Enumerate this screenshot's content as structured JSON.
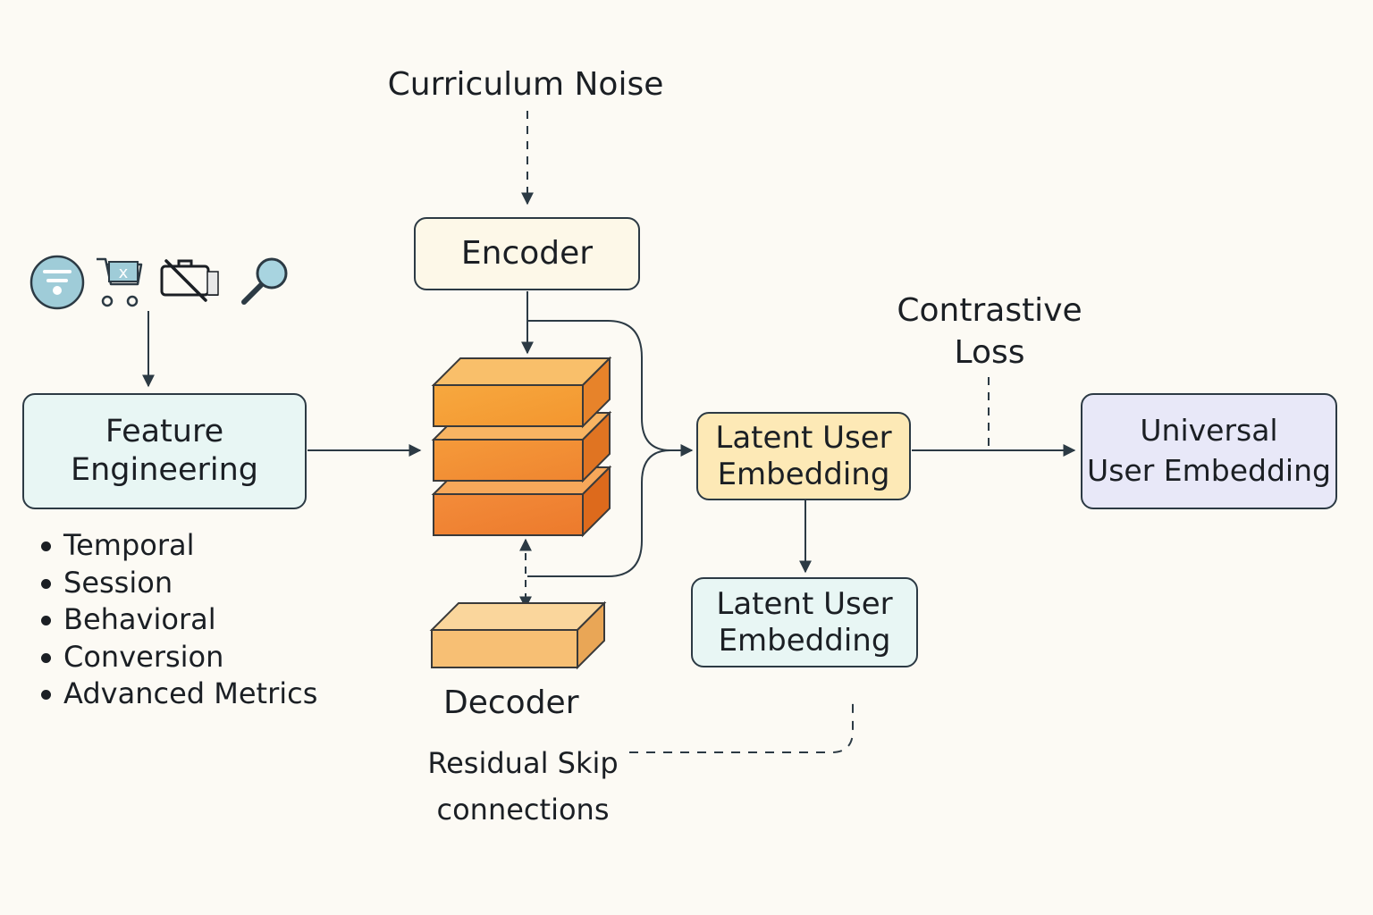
{
  "labels": {
    "curriculum_noise": "Curriculum Noise",
    "contrastive_loss_line1": "Contrastive",
    "contrastive_loss_line2": "Loss",
    "decoder": "Decoder",
    "residual_line1": "Residual Skip",
    "residual_line2": "connections"
  },
  "boxes": {
    "encoder": "Encoder",
    "feature_engineering": [
      "Feature",
      "Engineering"
    ],
    "latent_user_embedding": [
      "Latent User",
      "Embedding"
    ],
    "latent_user_embedding_secondary": [
      "Latent User",
      "Embedding"
    ],
    "universal_user_embedding": [
      "Universal",
      "User Embedding"
    ]
  },
  "feature_list": [
    "Temporal",
    "Session",
    "Behavioral",
    "Conversion",
    "Advanced Metrics"
  ],
  "icons": [
    "filter-icon",
    "cart-icon",
    "hidden-display-icon",
    "search-icon"
  ],
  "colors": {
    "background": "#fcfaf4",
    "encoder_fill": "#fdf8e8",
    "feature_fill": "#e8f6f4",
    "latent_fill": "#fde9b6",
    "latent_secondary_fill": "#e8f6f4",
    "universal_fill": "#e8e8f8",
    "stack_front": "#f4a040",
    "stack_top": "#f8bc6c",
    "stack_side": "#e07822",
    "line": "#2c3a44"
  }
}
